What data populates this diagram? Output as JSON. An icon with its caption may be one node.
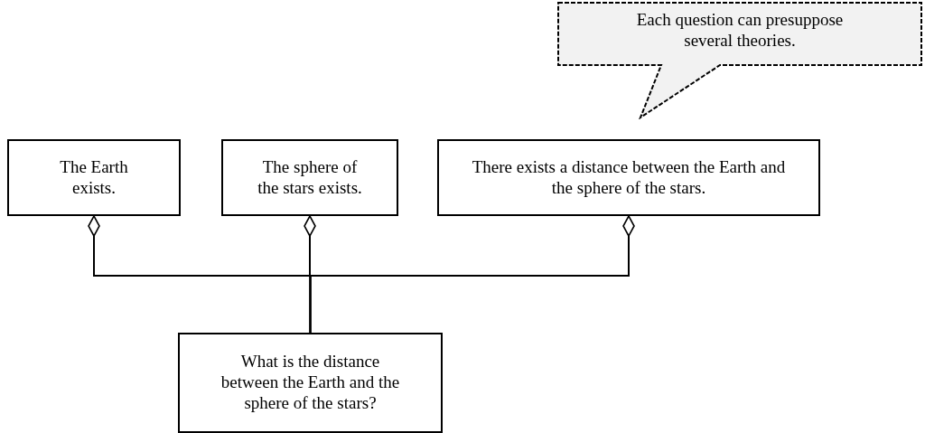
{
  "diagram": {
    "nodes": [
      {
        "text": [
          "The Earth exists."
        ]
      },
      {
        "text": [
          "The sphere of the stars exists."
        ]
      },
      {
        "text": [
          "There exists a distance between the Earth and the sphere of the stars."
        ]
      },
      {
        "text": [
          "What is the distance between the Earth and the sphere of the stars?"
        ]
      },
      {
        "text": [
          "Each question can presuppose several theories."
        ]
      }
    ],
    "edges": [
      {
        "from": 3,
        "to": 0,
        "arrow": "other"
      },
      {
        "from": 3,
        "to": 1,
        "arrow": "other"
      },
      {
        "from": 3,
        "to": 2,
        "arrow": "other"
      }
    ]
  }
}
